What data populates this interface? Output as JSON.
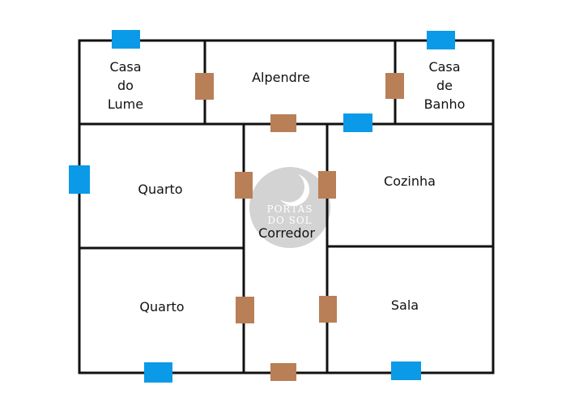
{
  "colors": {
    "wall": "#111111",
    "door": "#B97F57",
    "window": "#0A9AE8",
    "watermark": "#D3D3D3"
  },
  "rooms": {
    "casa_do_lume": [
      "Casa",
      "do",
      "Lume"
    ],
    "alpendre": "Alpendre",
    "casa_de_banho": [
      "Casa",
      "de",
      "Banho"
    ],
    "quarto_top": "Quarto",
    "cozinha": "Cozinha",
    "corredor": "Corredor",
    "quarto_bottom": "Quarto",
    "sala": "Sala"
  },
  "watermark": {
    "lines": [
      "PORTAS",
      "DO SOL"
    ],
    "icon": "moon-icon"
  }
}
